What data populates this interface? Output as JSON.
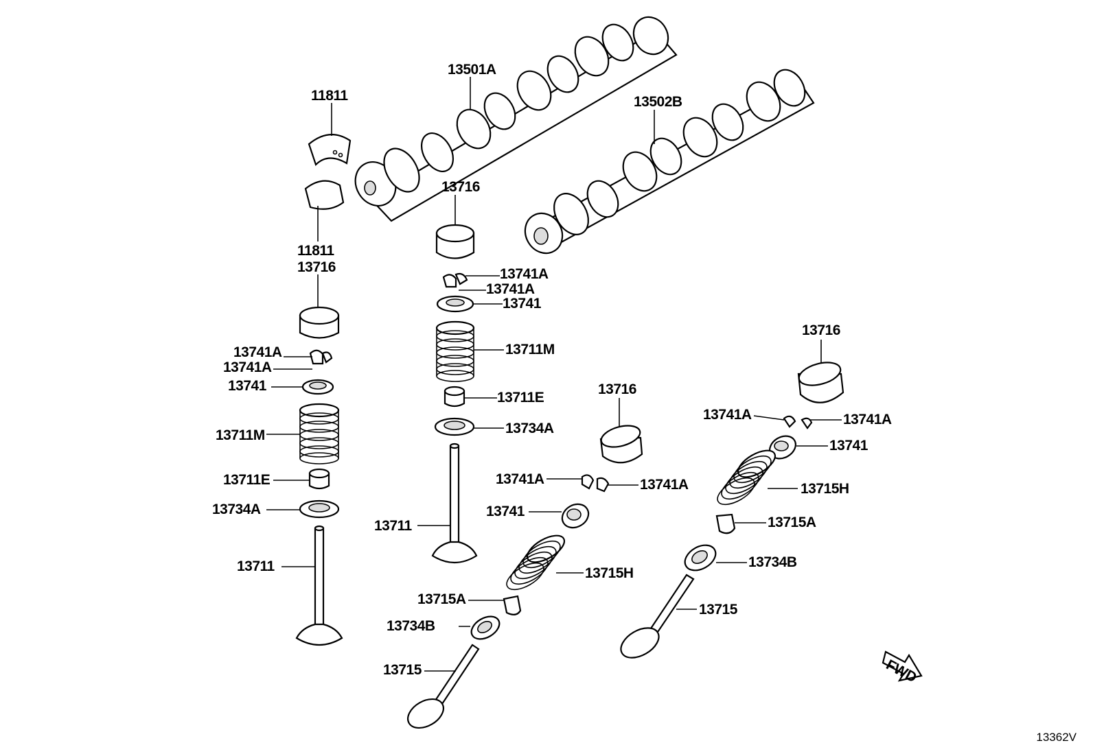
{
  "labels": {
    "p11811_top": "11811",
    "p11811_bottom": "11811",
    "p13501A": "13501A",
    "p13502B": "13502B",
    "l13716": "13716",
    "l13741A_a": "13741A",
    "l13741A_b": "13741A",
    "l13741": "13741",
    "l13711M": "13711M",
    "l13711E": "13711E",
    "l13734A": "13734A",
    "l13711": "13711",
    "c13716": "13716",
    "c13741A_a": "13741A",
    "c13741A_b": "13741A",
    "c13741": "13741",
    "c13711M": "13711M",
    "c13711E": "13711E",
    "c13734A": "13734A",
    "c13711": "13711",
    "m13716": "13716",
    "m13741A_a": "13741A",
    "m13741A_b": "13741A",
    "m13741": "13741",
    "m13715H": "13715H",
    "m13715A": "13715A",
    "m13734B": "13734B",
    "m13715": "13715",
    "r13716": "13716",
    "r13741A_a": "13741A",
    "r13741A_b": "13741A",
    "r13741": "13741",
    "r13715H": "13715H",
    "r13715A": "13715A",
    "r13734B": "13734B",
    "r13715": "13715"
  },
  "fwd_label": "FWD",
  "figure_ref": "13362V"
}
